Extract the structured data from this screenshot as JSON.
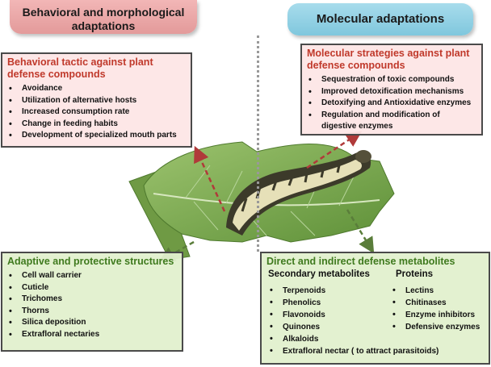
{
  "headers": {
    "left": "Behavioral and morphological adaptations",
    "right": "Molecular adaptations"
  },
  "behavioral": {
    "title": "Behavioral tactic against plant defense compounds",
    "items": [
      "Avoidance",
      "Utilization of alternative hosts",
      "Increased consumption rate",
      "Change in feeding habits",
      "Development of specialized mouth parts"
    ]
  },
  "molecular": {
    "title": "Molecular strategies against plant defense compounds",
    "items": [
      "Sequestration of toxic compounds",
      "Improved detoxification mechanisms",
      "Detoxifying and Antioxidative enzymes",
      "Regulation and modification of digestive enzymes"
    ]
  },
  "structures": {
    "title": "Adaptive and protective structures",
    "items": [
      "Cell wall carrier",
      "Cuticle",
      "Trichomes",
      "Thorns",
      "Silica deposition",
      " Extrafloral nectaries"
    ]
  },
  "metabolites": {
    "title": "Direct and indirect defense metabolites",
    "secondary_title": "Secondary metabolites",
    "secondary_items": [
      "Terpenoids",
      "Phenolics",
      "Flavonoids",
      "Quinones",
      "Alkaloids",
      "Extrafloral nectar ( to attract parasitoids)"
    ],
    "proteins_title": "Proteins",
    "protein_items": [
      "Lectins",
      "Chitinases",
      "Enzyme inhibitors",
      "Defensive enzymes"
    ]
  },
  "colors": {
    "red_arrow": "#b03a3a",
    "green_arrow": "#5a7d3a",
    "leaf": "#7fae55",
    "caterpillar_light": "#e6e0b8",
    "caterpillar_dark": "#3c3a2a"
  }
}
